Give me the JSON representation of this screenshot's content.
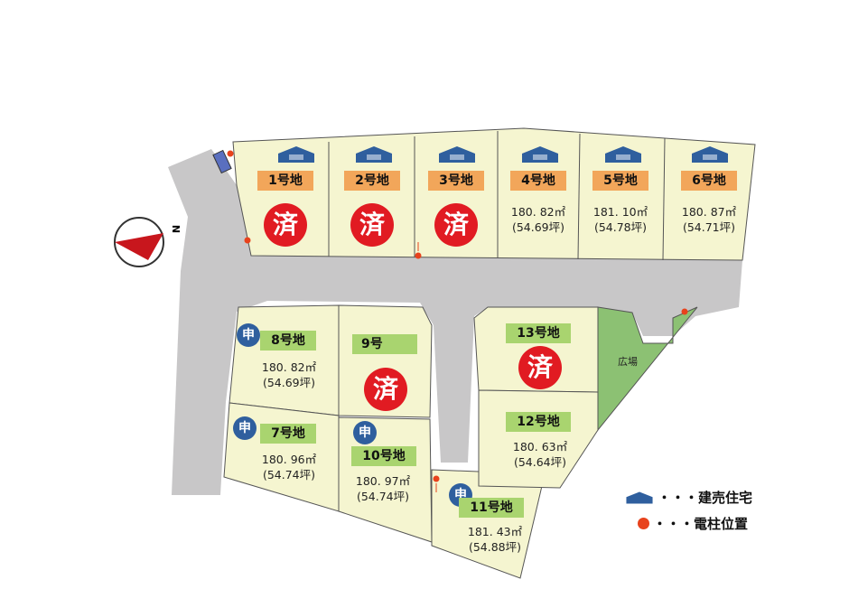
{
  "map": {
    "lots": [
      {
        "id": "1",
        "label": "1号地",
        "status": "済"
      },
      {
        "id": "2",
        "label": "2号地",
        "status": "済"
      },
      {
        "id": "3",
        "label": "3号地",
        "status": "済"
      },
      {
        "id": "4",
        "label": "4号地",
        "area": "180. 82㎡",
        "tsubo": "(54.69坪)"
      },
      {
        "id": "5",
        "label": "5号地",
        "area": "181. 10㎡",
        "tsubo": "(54.78坪)"
      },
      {
        "id": "6",
        "label": "6号地",
        "area": "180. 87㎡",
        "tsubo": "(54.71坪)"
      },
      {
        "id": "7",
        "label": "7号地",
        "area": "180. 96㎡",
        "tsubo": "(54.74坪)",
        "badge": "申"
      },
      {
        "id": "8",
        "label": "8号地",
        "area": "180. 82㎡",
        "tsubo": "(54.69坪)",
        "badge": "申"
      },
      {
        "id": "9",
        "label": "9号",
        "status": "済"
      },
      {
        "id": "10",
        "label": "10号地",
        "area": "180. 97㎡",
        "tsubo": "(54.74坪)",
        "badge": "申"
      },
      {
        "id": "11",
        "label": "11号地",
        "area": "181. 43㎡",
        "tsubo": "(54.88坪)",
        "badge": "申"
      },
      {
        "id": "12",
        "label": "12号地",
        "area": "180. 63㎡",
        "tsubo": "(54.64坪)"
      },
      {
        "id": "13",
        "label": "13号地",
        "status": "済"
      }
    ],
    "plaza_label": "広場",
    "north_label": "N",
    "legend": {
      "house": "・・・建売住宅",
      "pole": "・・・電柱位置"
    }
  },
  "colors": {
    "lot_fill": "#f5f5d0",
    "road": "#c8c7c8",
    "plaza": "#8cc173",
    "sold": "#e11b22",
    "applied": "#2f5f9e",
    "orange_label": "#f2a65a",
    "green_label": "#a9d46f",
    "house_icon": "#2f5f9e",
    "pole": "#e8421c"
  }
}
